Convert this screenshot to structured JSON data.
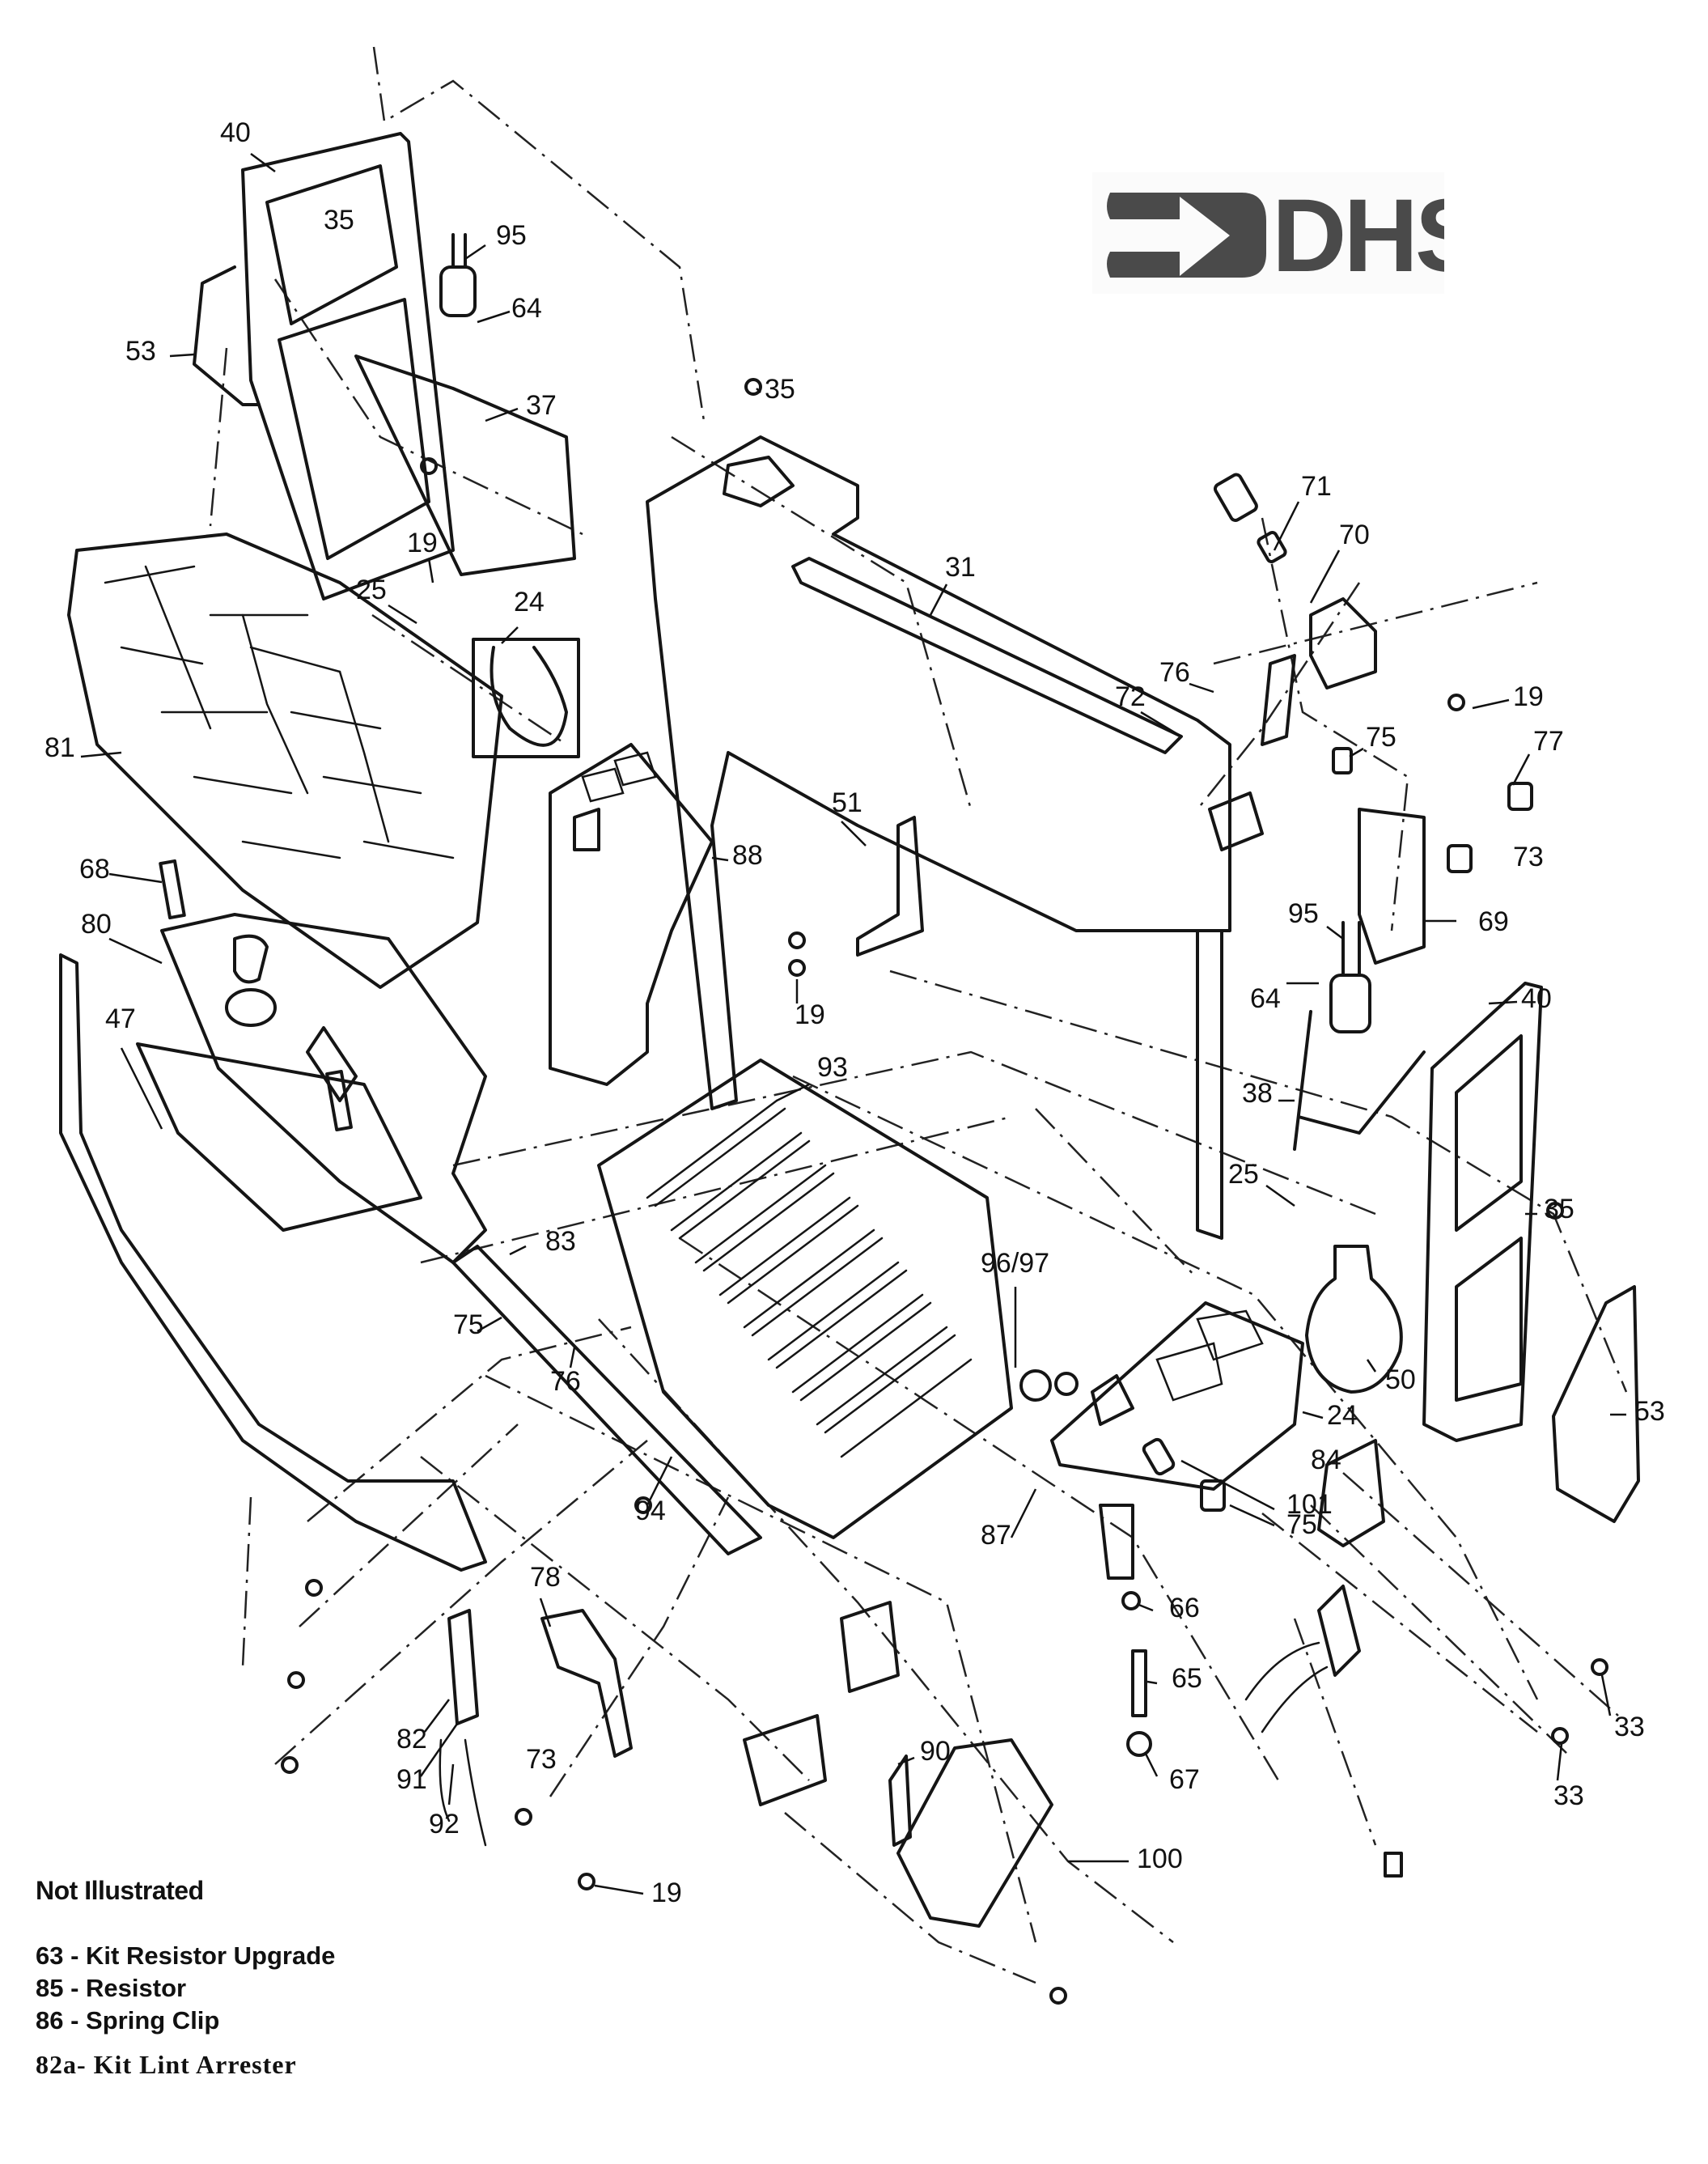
{
  "logo": {
    "text": "DHS",
    "icon": "arrow-right-icon",
    "color": "#4a4a4a"
  },
  "diagram": {
    "title": "Exploded parts diagram",
    "callouts": [
      {
        "id": "40",
        "label": "40"
      },
      {
        "id": "35",
        "label": "35"
      },
      {
        "id": "95",
        "label": "95"
      },
      {
        "id": "64",
        "label": "64"
      },
      {
        "id": "53",
        "label": "53"
      },
      {
        "id": "37",
        "label": "37"
      },
      {
        "id": "35b",
        "label": "35"
      },
      {
        "id": "19",
        "label": "19"
      },
      {
        "id": "25",
        "label": "25"
      },
      {
        "id": "24",
        "label": "24"
      },
      {
        "id": "31",
        "label": "31"
      },
      {
        "id": "71",
        "label": "71"
      },
      {
        "id": "70",
        "label": "70"
      },
      {
        "id": "76",
        "label": "76"
      },
      {
        "id": "72",
        "label": "72"
      },
      {
        "id": "19b",
        "label": "19"
      },
      {
        "id": "75",
        "label": "75"
      },
      {
        "id": "77",
        "label": "77"
      },
      {
        "id": "73",
        "label": "73"
      },
      {
        "id": "81",
        "label": "81"
      },
      {
        "id": "68",
        "label": "68"
      },
      {
        "id": "80",
        "label": "80"
      },
      {
        "id": "51",
        "label": "51"
      },
      {
        "id": "88",
        "label": "88"
      },
      {
        "id": "19c",
        "label": "19"
      },
      {
        "id": "69",
        "label": "69"
      },
      {
        "id": "95b",
        "label": "95"
      },
      {
        "id": "64b",
        "label": "64"
      },
      {
        "id": "40b",
        "label": "40"
      },
      {
        "id": "47",
        "label": "47"
      },
      {
        "id": "93",
        "label": "93"
      },
      {
        "id": "38",
        "label": "38"
      },
      {
        "id": "25b",
        "label": "25"
      },
      {
        "id": "35c",
        "label": "35"
      },
      {
        "id": "83",
        "label": "83"
      },
      {
        "id": "96-97",
        "label": "96/97"
      },
      {
        "id": "75b",
        "label": "75"
      },
      {
        "id": "76b",
        "label": "76"
      },
      {
        "id": "50",
        "label": "50"
      },
      {
        "id": "24b",
        "label": "24"
      },
      {
        "id": "53b",
        "label": "53"
      },
      {
        "id": "84",
        "label": "84"
      },
      {
        "id": "94",
        "label": "94"
      },
      {
        "id": "87",
        "label": "87"
      },
      {
        "id": "101",
        "label": "101"
      },
      {
        "id": "66",
        "label": "66"
      },
      {
        "id": "75c",
        "label": "75"
      },
      {
        "id": "78",
        "label": "78"
      },
      {
        "id": "65",
        "label": "65"
      },
      {
        "id": "33",
        "label": "33"
      },
      {
        "id": "82",
        "label": "82"
      },
      {
        "id": "73b",
        "label": "73"
      },
      {
        "id": "91",
        "label": "91"
      },
      {
        "id": "92",
        "label": "92"
      },
      {
        "id": "90",
        "label": "90"
      },
      {
        "id": "67",
        "label": "67"
      },
      {
        "id": "33b",
        "label": "33"
      },
      {
        "id": "100",
        "label": "100"
      },
      {
        "id": "19d",
        "label": "19"
      }
    ]
  },
  "legend": {
    "title": "Not Illustrated",
    "items": [
      {
        "part": "63",
        "text": "63 - Kit Resistor Upgrade"
      },
      {
        "part": "85",
        "text": "85 - Resistor"
      },
      {
        "part": "86",
        "text": "86 - Spring Clip"
      },
      {
        "part": "82a",
        "text": "82a- Kit Lint Arrester"
      }
    ]
  }
}
